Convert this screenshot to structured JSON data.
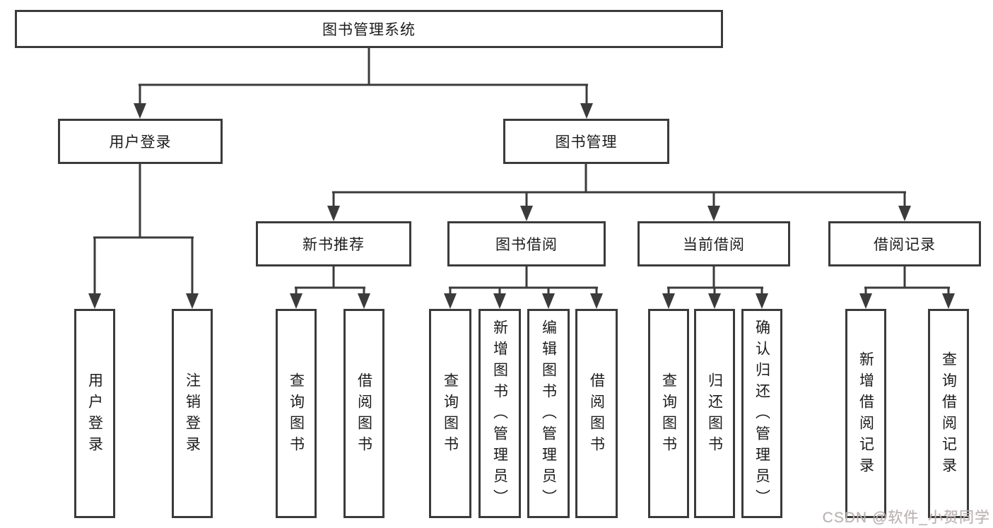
{
  "root_label": "图书管理系统",
  "level2": [
    "用户登录",
    "图书管理"
  ],
  "level3": [
    "新书推荐",
    "图书借阅",
    "当前借阅",
    "借阅记录"
  ],
  "leaves": {
    "user_login": [
      "用户登录",
      "注销登录"
    ],
    "new_book": [
      "查询图书",
      "借阅图书"
    ],
    "book_borrow": [
      "查询图书",
      "新增图书（管理员）",
      "编辑图书（管理员）",
      "借阅图书"
    ],
    "current_borrow": [
      "查询图书",
      "归还图书",
      "确认归还（管理员）"
    ],
    "borrow_record": [
      "新增借阅记录",
      "查询借阅记录"
    ]
  },
  "watermark": "CSDN @软件_小贺同学",
  "colors": {
    "line": "#3b3b3b",
    "text": "#1c1c1c",
    "bg": "#ffffff",
    "watermark": "#b5b5b5"
  }
}
